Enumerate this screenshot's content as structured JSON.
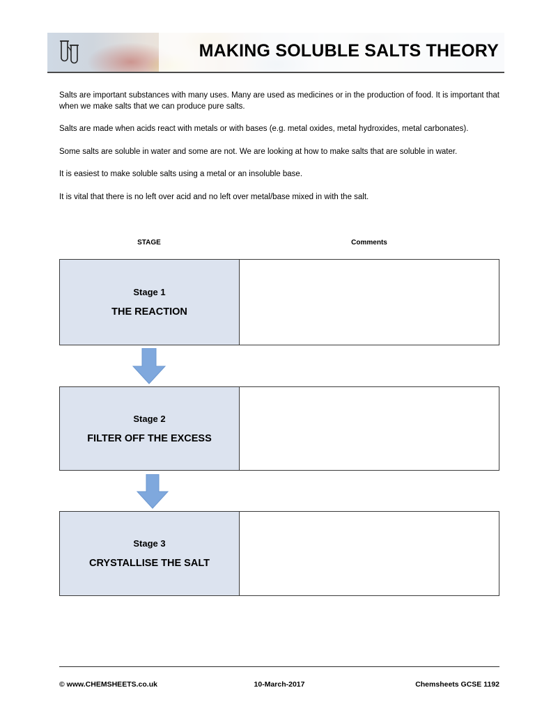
{
  "header": {
    "title": "MAKING SOLUBLE SALTS THEORY",
    "logo_icon": "test-tubes-icon"
  },
  "intro_paragraphs": [
    "Salts are important substances with many uses.  Many are used as medicines or in the production of food. It is important that when we make salts that we can produce pure salts.",
    "Salts are made when acids react with metals or with bases (e.g. metal oxides, metal hydroxides, metal carbonates).",
    "Some salts are soluble in water and some are not. We are looking at how to make salts that are soluble in water.",
    "It is easiest to make soluble salts using a metal or an insoluble base.",
    "It is vital that there is no left over acid and no left over metal/base mixed in with the salt."
  ],
  "table": {
    "col_stage": "STAGE",
    "col_comments": "Comments",
    "rows": [
      {
        "number": "Stage 1",
        "name": "THE REACTION",
        "comments": ""
      },
      {
        "number": "Stage 2",
        "name": "FILTER OFF THE EXCESS",
        "comments": ""
      },
      {
        "number": "Stage 3",
        "name": "CRYSTALLISE THE SALT",
        "comments": ""
      }
    ],
    "arrows": [
      {
        "icon": "down-arrow-icon"
      },
      {
        "icon": "down-arrow-icon"
      }
    ]
  },
  "footer": {
    "left": "© www.CHEMSHEETS.co.uk",
    "center": "10-March-2017",
    "right": "Chemsheets GCSE 1192"
  },
  "colors": {
    "stage_cell_fill": "#dce3ef",
    "arrow_fill": "#7fa8dd",
    "border": "#3a3a3a"
  }
}
